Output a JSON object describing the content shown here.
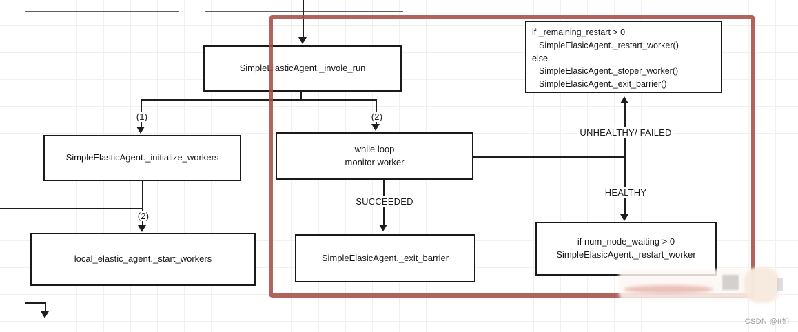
{
  "nodes": {
    "invoke_run": {
      "label": "SimpleElasticAgent._invole_run"
    },
    "initialize_workers": {
      "label": "SimpleElasticAgent._initialize_workers"
    },
    "start_workers": {
      "label": "local_elastic_agent._start_workers"
    },
    "while_loop": {
      "lines": [
        "while loop",
        "monitor worker"
      ]
    },
    "exit_barrier": {
      "label": "SimpleElasicAgent._exit_barrier"
    },
    "restart_logic": {
      "lines": [
        "if _remaining_restart > 0",
        "SimpleElasicAgent._restart_worker()",
        "else",
        "SimpleElasicAgent._stoper_worker()",
        "SimpleElasicAgent._exit_barrier()"
      ]
    },
    "node_waiting": {
      "lines": [
        "if num_node_waiting > 0",
        "SimpleElasicAgent._restart_worker"
      ]
    }
  },
  "edge_labels": {
    "branch_1": "(1)",
    "branch_2": "(2)",
    "branch_2_lower": "(2)",
    "succeeded": "SUCCEEDED",
    "unhealthy_failed": "UNHEALTHY/ FAILED",
    "healthy": "HEALTHY"
  },
  "watermark": "CSDN @tt姐",
  "colors": {
    "annotation_box": "#a74f46",
    "connector": "#1d1d1d",
    "node_border": "#1a1a1a"
  }
}
